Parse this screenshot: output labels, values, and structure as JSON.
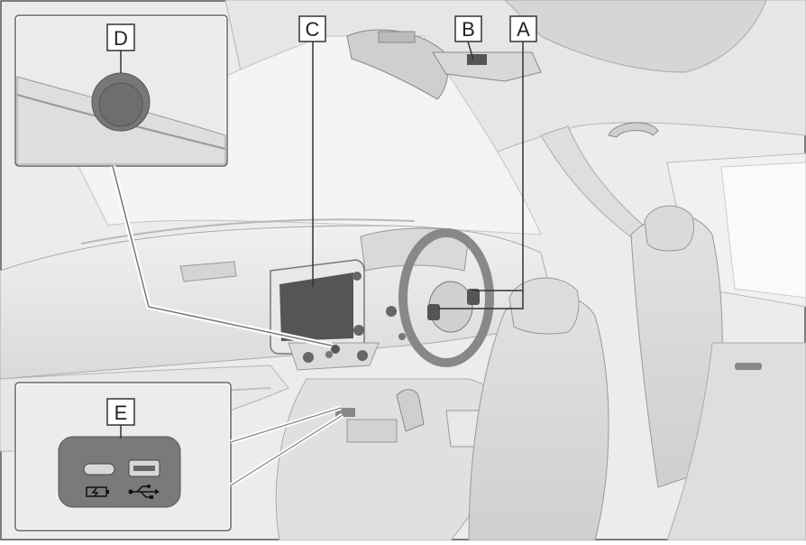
{
  "callouts": {
    "a": "A",
    "b": "B",
    "c": "C",
    "d": "D",
    "e": "E"
  },
  "colors": {
    "background": "#ececec",
    "line": "#8c8c8c",
    "dark": "#333333",
    "inset_fill": "#ffffff",
    "port_panel": "#7a7a7a"
  },
  "icons": [
    "battery-charge-icon",
    "usb-icon"
  ]
}
